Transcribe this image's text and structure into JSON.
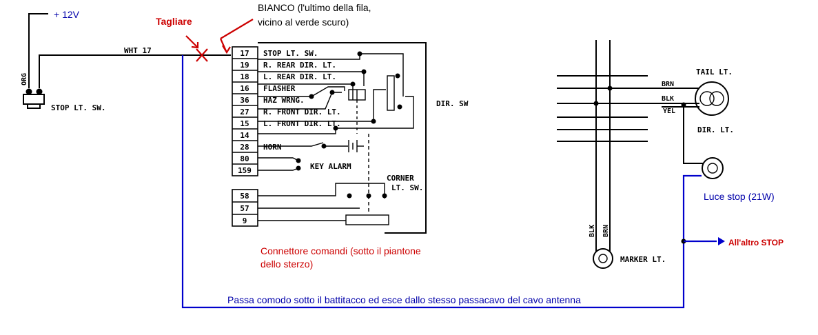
{
  "supply": {
    "label": "+ 12V"
  },
  "cut": {
    "label": "Tagliare"
  },
  "white_note": {
    "line1": "BIANCO (l'ultimo della fila,",
    "line2": "vicino al verde scuro)"
  },
  "stop_switch": {
    "wire_color": "ORG",
    "label": "STOP LT. SW."
  },
  "main_wire": {
    "label": "WHT  17"
  },
  "connector": {
    "top_pins": [
      {
        "pin": "17",
        "label": "STOP LT. SW."
      },
      {
        "pin": "19",
        "label": "R. REAR DIR. LT."
      },
      {
        "pin": "18",
        "label": "L. REAR DIR. LT."
      },
      {
        "pin": "16",
        "label": "FLASHER"
      },
      {
        "pin": "36",
        "label": "HAZ WRNG."
      },
      {
        "pin": "27",
        "label": "R. FRONT DIR. LT."
      },
      {
        "pin": "15",
        "label": "L. FRONT DIR. LT."
      },
      {
        "pin": "14",
        "label": ""
      },
      {
        "pin": "28",
        "label": "HORN"
      },
      {
        "pin": "80",
        "label": ""
      },
      {
        "pin": "159",
        "label": ""
      }
    ],
    "key_alarm": "KEY ALARM",
    "bottom_pins": [
      "58",
      "57",
      "9"
    ],
    "corner_line1": "CORNER",
    "corner_line2": "LT. SW.",
    "dir_sw": "DIR. SW"
  },
  "connector_note": {
    "line1": "Connettore comandi (sotto il piantone",
    "line2": "dello sterzo)"
  },
  "routing_note": "Passa comodo sotto il battitacco ed esce dallo stesso passacavo del cavo antenna",
  "rear": {
    "tail_lt": "TAIL LT.",
    "brn": "BRN",
    "blk": "BLK",
    "yel": "YEL",
    "dir_lt": "DIR. LT.",
    "marker_lt": "MARKER LT.",
    "marker_blk": "BLK",
    "marker_brn": "BRN"
  },
  "stop_lamp_note": "Luce stop (21W)",
  "other_stop": "All'altro STOP",
  "colors": {
    "annotation_red": "#cc0000",
    "annotation_blue": "#0000aa",
    "new_wire": "#0000cc",
    "schematic": "#000000"
  }
}
